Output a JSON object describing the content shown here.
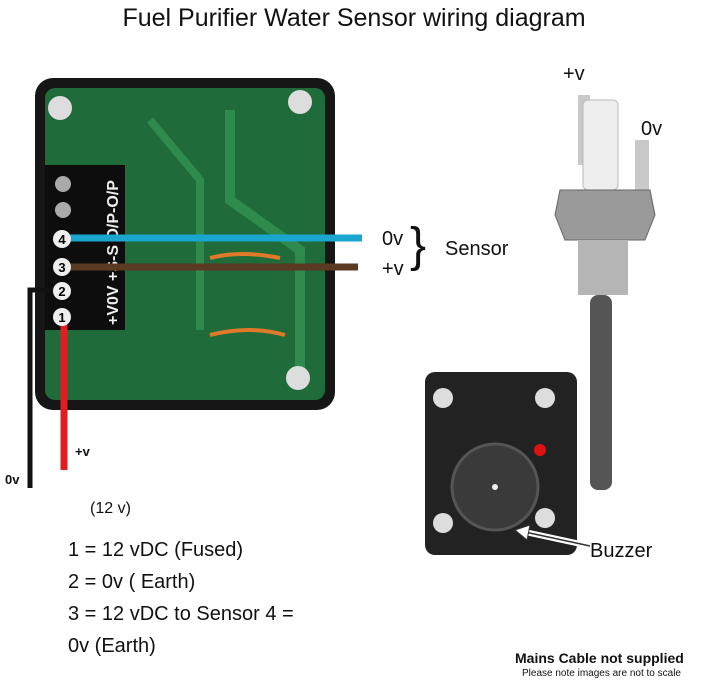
{
  "title": "Fuel Purifier Water Sensor wiring diagram",
  "board": {
    "terminal_numbers": [
      "1",
      "2",
      "3",
      "4"
    ],
    "terminal_markings": "+V0V +S-S O/P-O/P"
  },
  "wire_labels": {
    "left_0v": "0v",
    "plus_v": "+v",
    "voltage": "(12 v)"
  },
  "sensor_labels": {
    "zero_v": "0v",
    "plus_v": "+v",
    "brace": "}",
    "name": "Sensor"
  },
  "probe_labels": {
    "plus_v": "+v",
    "zero_v": "0v"
  },
  "buzzer_label": "Buzzer",
  "legend": [
    "1 = 12 vDC (Fused)",
    "2 = 0v ( Earth)",
    "3 = 12 vDC to Sensor 4 =",
    "0v (Earth)"
  ],
  "notes": {
    "main": "Mains Cable not supplied",
    "sub": "Please note images are not to scale"
  },
  "colors": {
    "blue_wire": "#1aa6cf",
    "brown_wire": "#5a3a22",
    "red_wire": "#e11d22",
    "pcb": "#1f6b3a"
  }
}
